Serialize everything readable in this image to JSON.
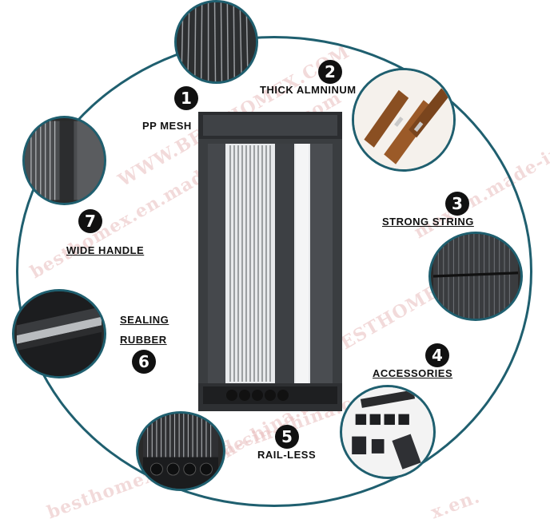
{
  "labels": {
    "pp_mesh": "PP MESH",
    "thick_aluminium": "THICK ALMNINUM",
    "strong_string": "STRONG STRING",
    "accessories": "ACCESSORIES",
    "rail_less": "RAIL-LESS",
    "sealing_rubber_1": "SEALING",
    "sealing_rubber_2": "RUBBER",
    "wide_handle": "WIDE HANDLE"
  },
  "numbers": {
    "n1": "1",
    "n2": "2",
    "n3": "3",
    "n4": "4",
    "n5": "5",
    "n6": "6",
    "n7": "7"
  },
  "watermark": {
    "text_a": "WWW.BESTHOMEX.COM",
    "text_b": "besthomex.en.made-in-china.com",
    "text_c": "WWW.BESTHOMEX.COM",
    "text_d": "n-china.com",
    "text_e": "besthomex.en.made-in-china.com",
    "text_f": "mex.en.made-in-china.com",
    "text_g": "x.en."
  },
  "colors": {
    "ring": "#1f5f6f",
    "frame": "#3a3d40",
    "wood": "#8a4f22",
    "watermark": "#e9bdbd"
  }
}
